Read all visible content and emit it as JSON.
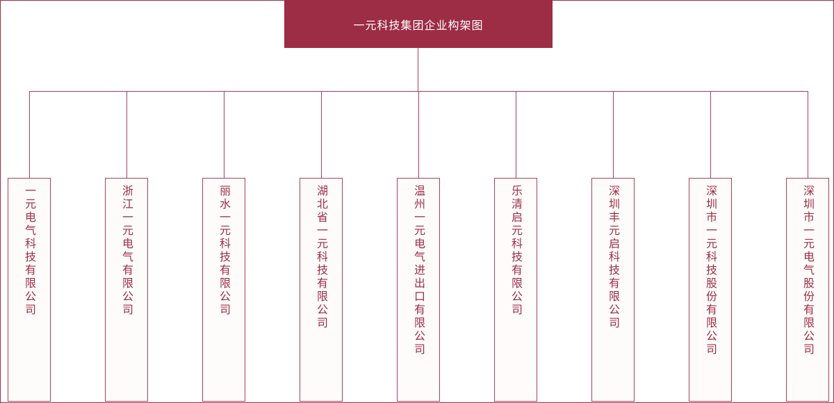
{
  "org": {
    "root": "一元科技集团企业构架图",
    "children": [
      {
        "label": "一元电气科技有限公司"
      },
      {
        "label": "浙江一元电气有限公司"
      },
      {
        "label": "丽水一元科技有限公司"
      },
      {
        "label": "湖北省一元科技有限公司"
      },
      {
        "label": "温州一元电气进出口有限公司"
      },
      {
        "label": "乐清启元科技有限公司"
      },
      {
        "label": "深圳丰元启科技有限公司"
      },
      {
        "label": "深圳市一元科技股份有限公司"
      },
      {
        "label": "深圳市一元电气股份有限公司"
      }
    ],
    "colors": {
      "accent": "#9d2c45",
      "line": "#a2425a",
      "node_bg": "#fdfcfa"
    }
  }
}
